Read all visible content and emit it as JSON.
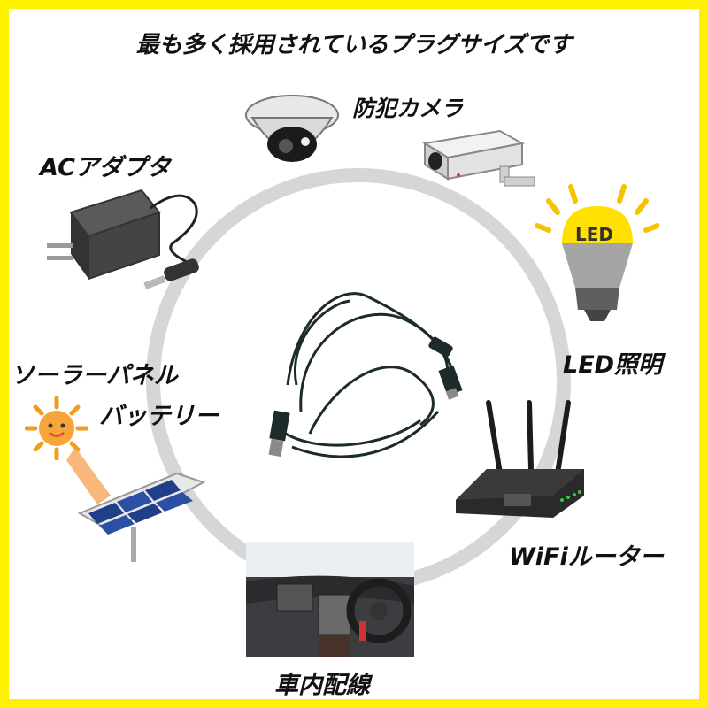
{
  "headline": "最も多く採用されているプラグサイズです",
  "labels": {
    "camera": "防犯カメラ",
    "adapter": "ACアダプタ",
    "led": "LED照明",
    "led_bulb_text": "LED",
    "solar_line1": "ソーラーパネル",
    "solar_line2": "バッテリー",
    "router": "WiFiルーター",
    "car": "車内配線"
  },
  "colors": {
    "frame": "#fff200",
    "ring": "#d6d6d6"
  },
  "icons": [
    "dome-camera-icon",
    "bullet-camera-icon",
    "ac-adapter-icon",
    "led-bulb-icon",
    "sun-icon",
    "solar-panel-icon",
    "wifi-router-icon",
    "dc-cable-icon"
  ]
}
